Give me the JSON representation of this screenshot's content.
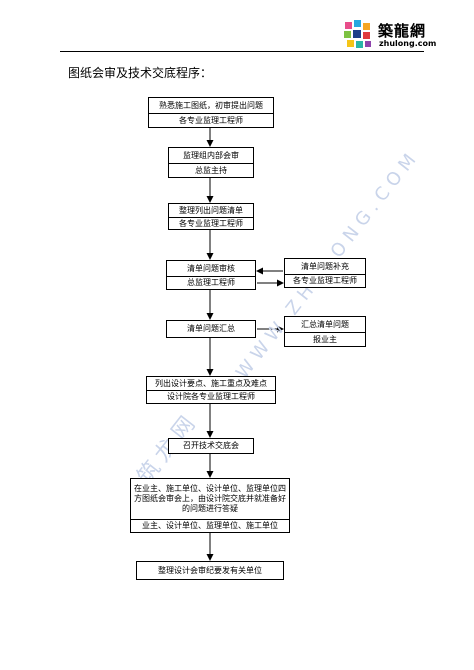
{
  "header": {
    "logo_name": "築龍網",
    "logo_url": "zhulong.com"
  },
  "title": "图纸会审及技术交底程序：",
  "boxes": {
    "b1": {
      "top": "熟悉施工图纸，初审提出问题",
      "bottom": "各专业监理工程师"
    },
    "b2": {
      "top": "监理组内部会审",
      "bottom": "总监主持"
    },
    "b3": {
      "top": "整理列出问题清单",
      "bottom": "各专业监理工程师"
    },
    "b4": {
      "top": "清单问题审核",
      "bottom": "总监理工程师"
    },
    "s4": {
      "top": "清单问题补充",
      "bottom": "各专业监理工程师"
    },
    "b5": {
      "top": "清单问题汇总"
    },
    "s5": {
      "top": "汇总清单问题",
      "bottom": "报业主"
    },
    "b6": {
      "top": "列出设计要点、施工重点及难点",
      "bottom": "设计院各专业监理工程师"
    },
    "b7": {
      "top": "召开技术交底会"
    },
    "b8": {
      "top": "在业主、施工单位、设计单位、监理单位四方图纸会审会上，由设计院交底并就准备好的问题进行答疑",
      "bottom": "业主、设计单位、监理单位、施工单位"
    },
    "b9": {
      "top": "整理设计会审纪要发有关单位"
    }
  },
  "watermark": {
    "text1": "筑龙网",
    "text2": "WWW.ZHULONG.COM",
    "color": "#c9d4ea"
  }
}
